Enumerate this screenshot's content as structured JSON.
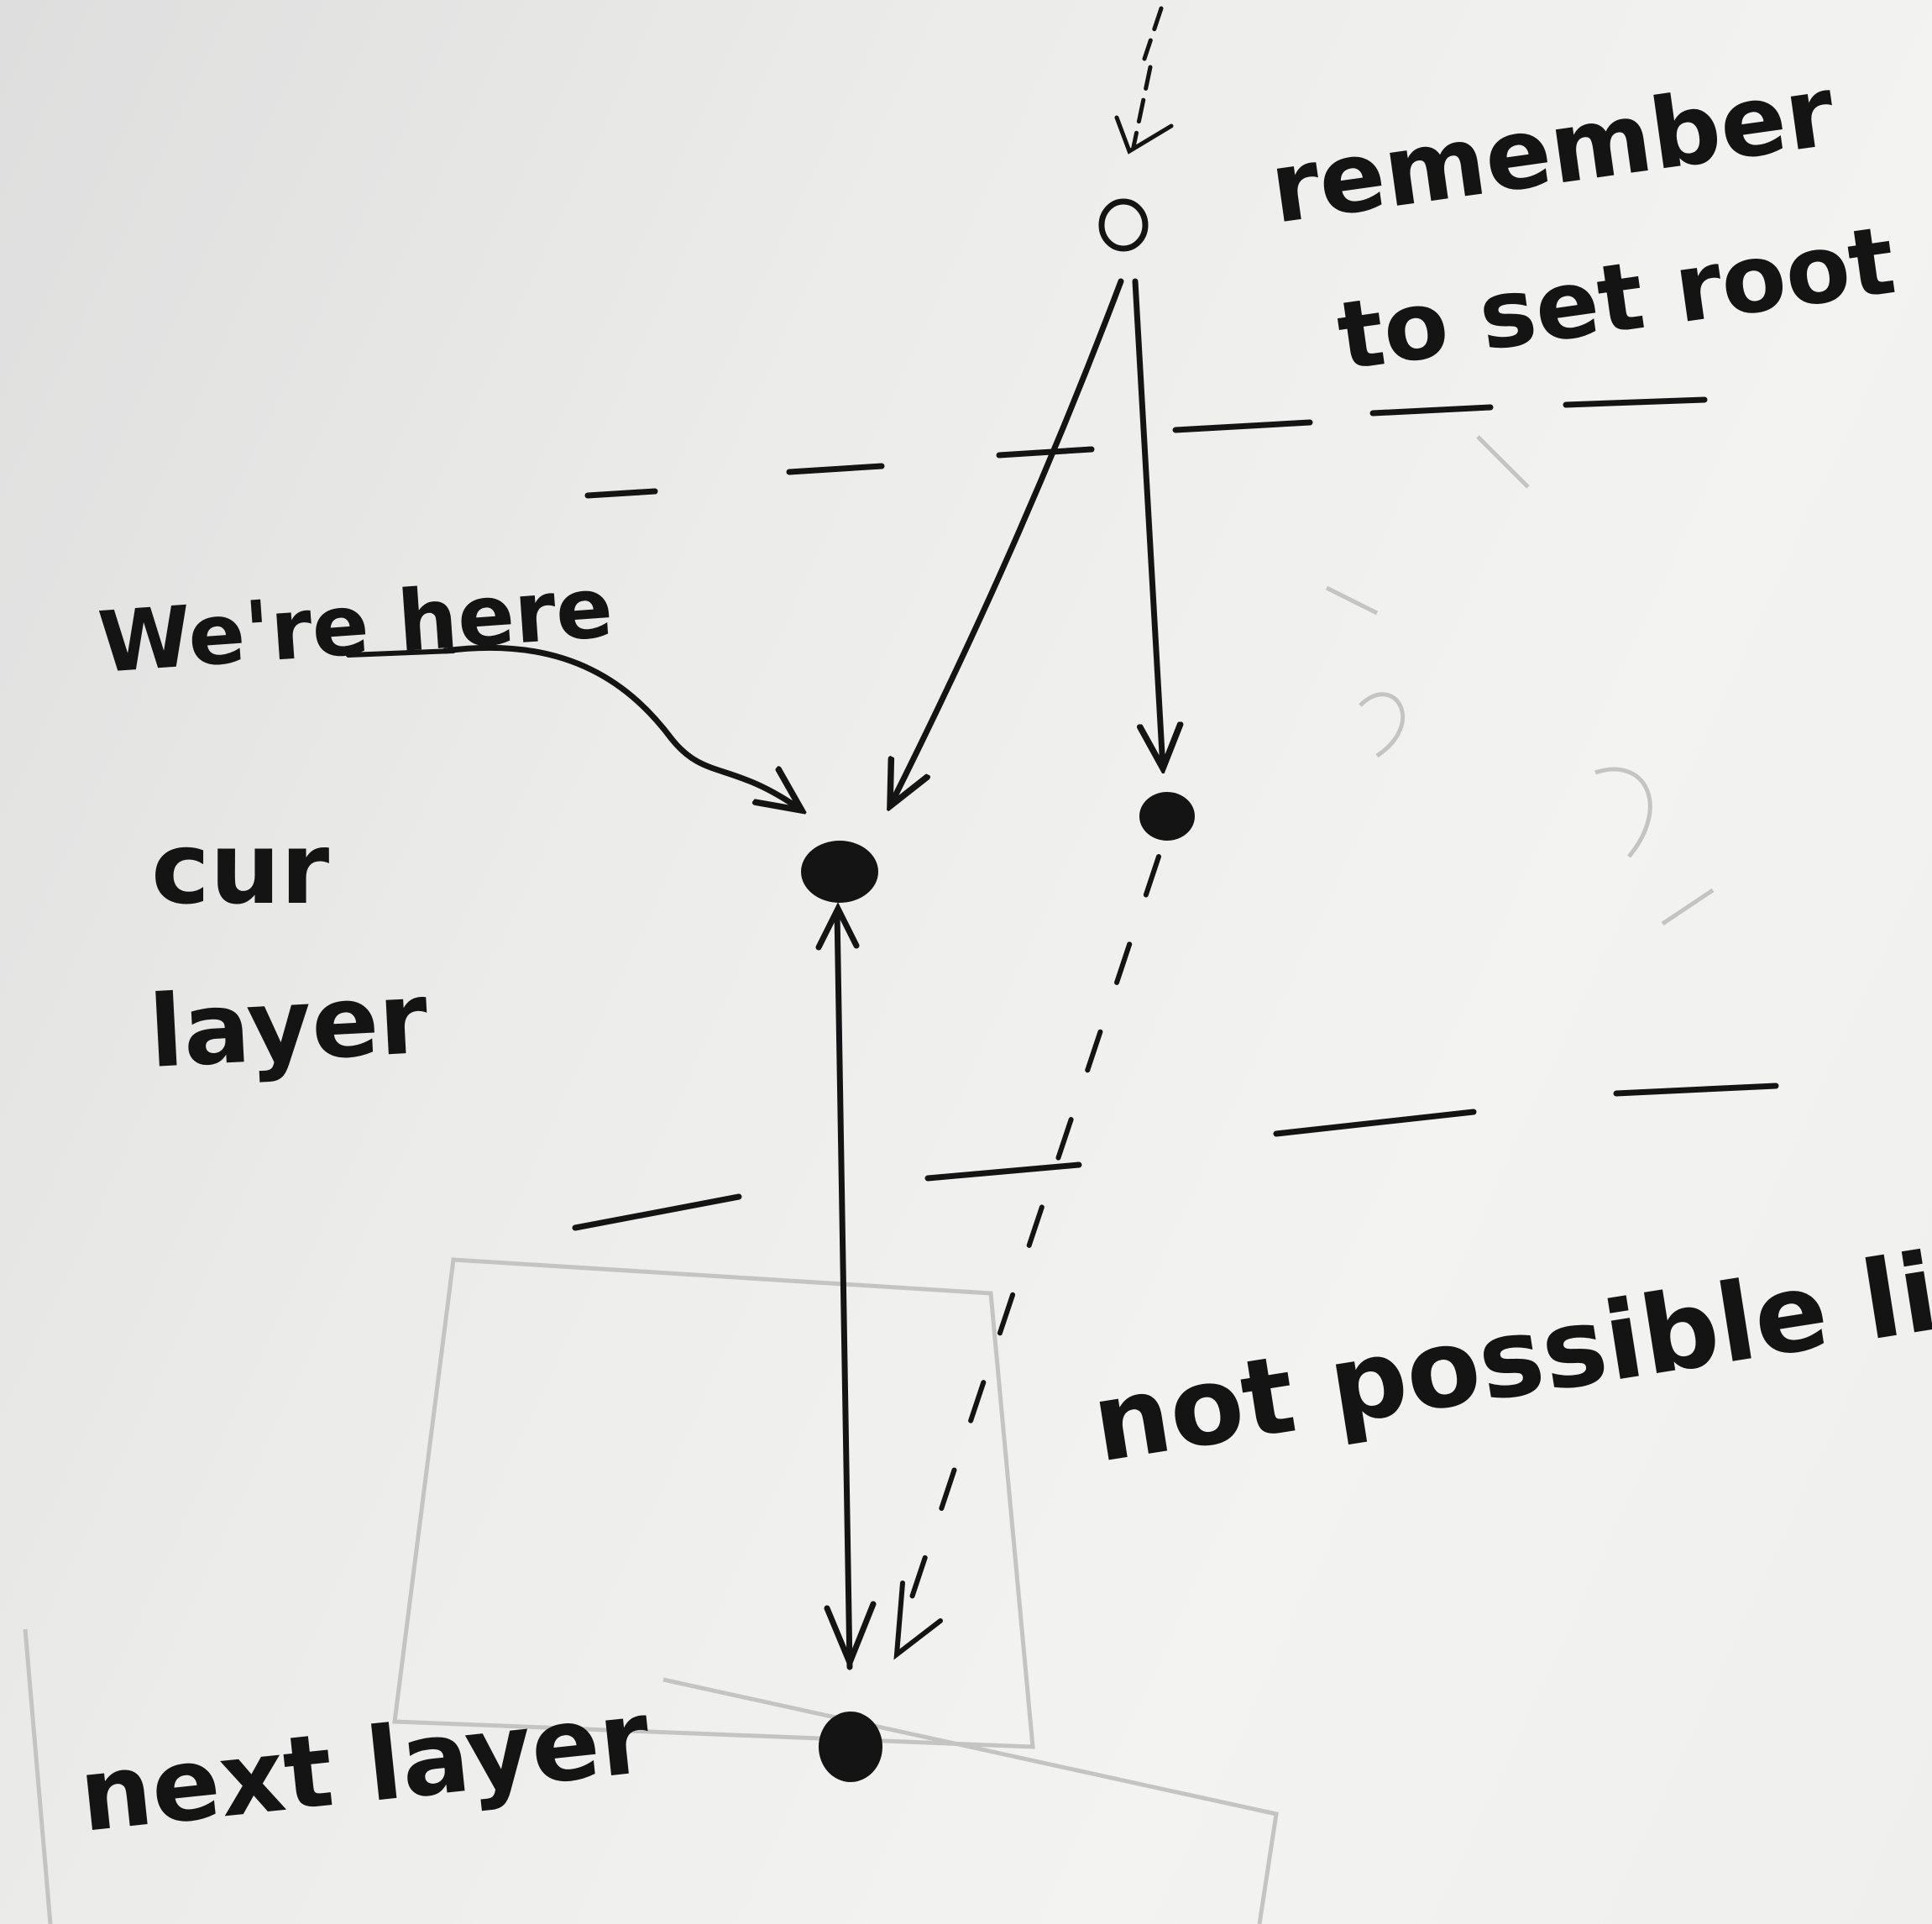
{
  "labels": {
    "remember": "remember",
    "set_root": "to set root",
    "we_here": "We're here",
    "cur": "cur",
    "layer": "layer",
    "not_possible": "not possible link",
    "next_layer": "next layer"
  },
  "colors": {
    "ink": "#141414",
    "paper": "#efefed",
    "ghost": "#bdbdbb"
  }
}
